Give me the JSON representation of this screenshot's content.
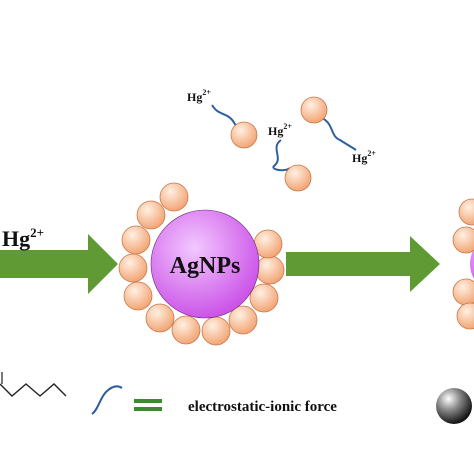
{
  "labels": {
    "ion_left": "Hg",
    "ion_left_charge": "2+",
    "particle_core": "AgNPs",
    "free_ion_1": "Hg",
    "free_ion_1_charge": "2+",
    "free_ion_2": "Hg",
    "free_ion_2_charge": "2+",
    "free_ion_3": "Hg",
    "free_ion_3_charge": "2+",
    "legend_text": "electrostatic-ionic force"
  },
  "colors": {
    "arrow": "#5f9a35",
    "core_center": "#f3c8ff",
    "core_edge": "#cc55e8",
    "bead_center": "#fff0e2",
    "bead_edge": "#f2a372",
    "chain": "#2f5f9f",
    "legend_bar": "#3a8c2f",
    "outline": "#222222"
  },
  "icons": [
    "arrow-right-icon",
    "alkyl-chain-icon",
    "tether-curve-icon",
    "equals-bars-icon",
    "black-sphere-icon"
  ]
}
